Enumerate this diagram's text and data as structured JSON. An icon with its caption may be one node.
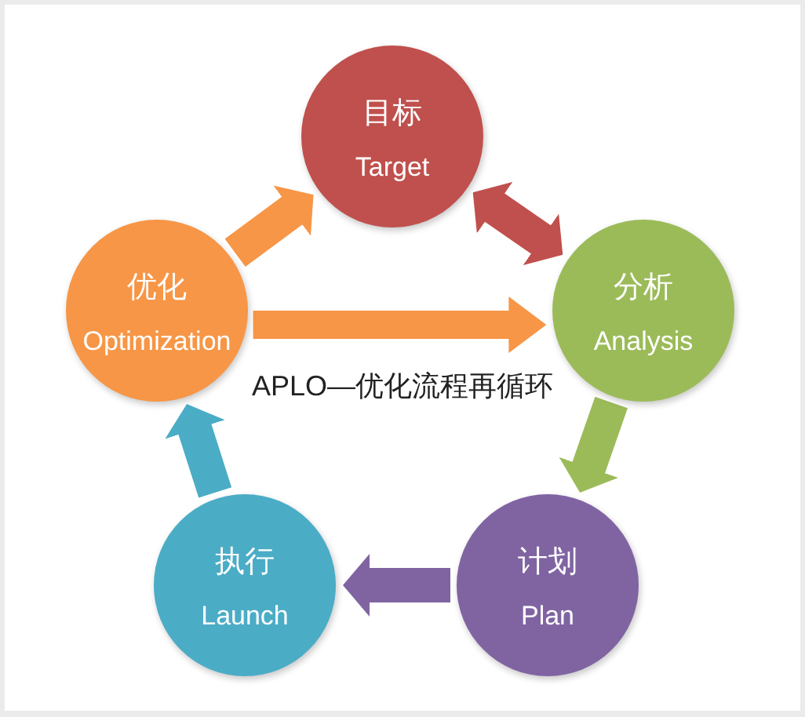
{
  "diagram": {
    "title": "APLO—优化流程再循环",
    "nodes": [
      {
        "text": [
          "目标",
          "Target"
        ]
      },
      {
        "text": [
          "优化",
          "Optimization"
        ]
      },
      {
        "text": [
          "分析",
          "Analysis"
        ]
      },
      {
        "text": [
          "执行",
          "Launch"
        ]
      },
      {
        "text": [
          "计划",
          "Plan"
        ]
      }
    ],
    "edges": [
      {
        "from": 1,
        "to": 0,
        "arrow": "to"
      },
      {
        "from": 0,
        "to": 2,
        "arrow": "both",
        "color": "#c0504d"
      },
      {
        "from": 2,
        "to": 4,
        "arrow": "to",
        "color": "#9bbb59"
      },
      {
        "from": 4,
        "to": 3,
        "arrow": "to",
        "color": "#8064a2"
      },
      {
        "from": 3,
        "to": 1,
        "arrow": "to",
        "color": "#4bacc6"
      },
      {
        "from": 1,
        "to": 2,
        "arrow": "to"
      }
    ]
  }
}
